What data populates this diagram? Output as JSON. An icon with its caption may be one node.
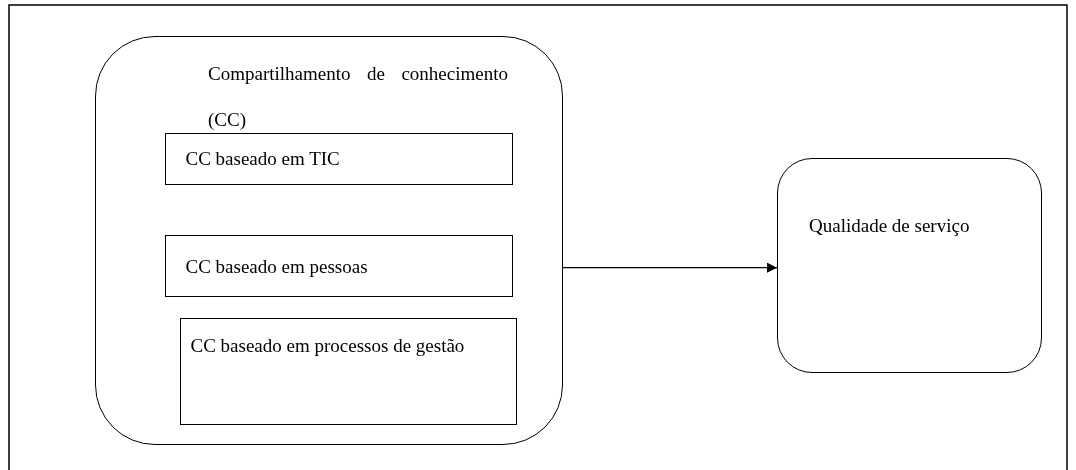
{
  "diagram": {
    "nodes": [
      {
        "text": [
          "Compartilhamento de conhecimento (CC)"
        ]
      },
      {
        "text": [
          "CC baseado em TIC"
        ],
        "in": 0
      },
      {
        "text": [
          "CC baseado em pessoas"
        ],
        "in": 0
      },
      {
        "text": [
          "CC baseado em processos de gestão"
        ],
        "in": 0
      },
      {
        "text": [
          "Qualidade de serviço"
        ]
      }
    ],
    "edges": [
      {
        "from": 0,
        "to": 4,
        "arrow": "to"
      }
    ]
  }
}
